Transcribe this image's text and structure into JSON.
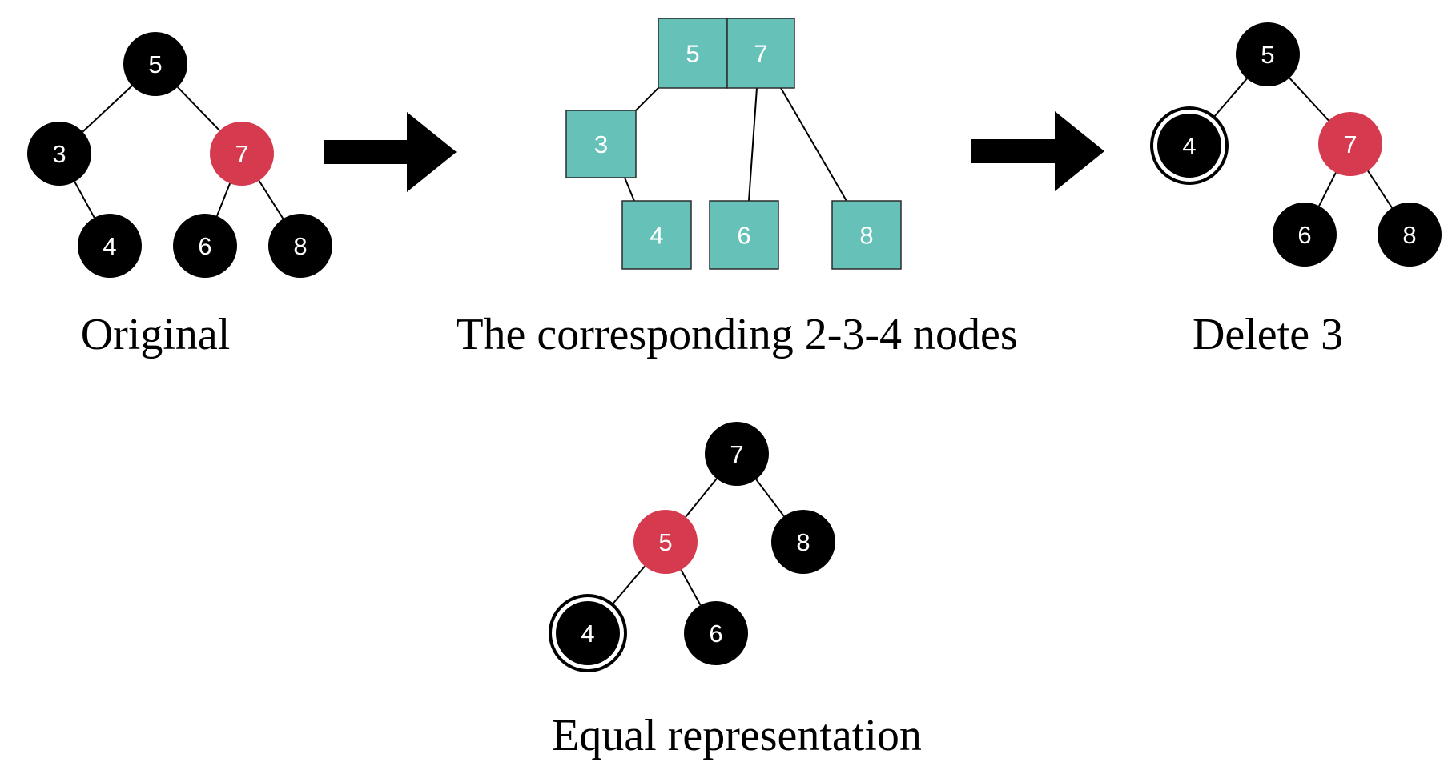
{
  "colors": {
    "black_node": "#000000",
    "red_node": "#d63a4e",
    "box_fill": "#66c2b8",
    "box_stroke": "#2b2b2b",
    "edge": "#000000",
    "arrow": "#000000",
    "node_text": "#ffffff",
    "background": "#ffffff"
  },
  "captions": {
    "original": "Original",
    "corresponding": "The corresponding 2-3-4 nodes",
    "delete": "Delete 3",
    "equal": "Equal representation"
  },
  "trees": {
    "original": {
      "nodes": [
        {
          "id": "o5",
          "label": "5",
          "color": "black"
        },
        {
          "id": "o3",
          "label": "3",
          "color": "black"
        },
        {
          "id": "o7",
          "label": "7",
          "color": "red"
        },
        {
          "id": "o4",
          "label": "4",
          "color": "black"
        },
        {
          "id": "o6",
          "label": "6",
          "color": "black"
        },
        {
          "id": "o8",
          "label": "8",
          "color": "black"
        }
      ],
      "edges": [
        [
          "o5",
          "o3"
        ],
        [
          "o5",
          "o7"
        ],
        [
          "o3",
          "o4"
        ],
        [
          "o7",
          "o6"
        ],
        [
          "o7",
          "o8"
        ]
      ]
    },
    "two_three_four": {
      "nodes": [
        {
          "id": "b5",
          "label": "5"
        },
        {
          "id": "b7",
          "label": "7"
        },
        {
          "id": "b3",
          "label": "3"
        },
        {
          "id": "b4",
          "label": "4"
        },
        {
          "id": "b6",
          "label": "6"
        },
        {
          "id": "b8",
          "label": "8"
        }
      ],
      "edges": [
        [
          "b5",
          "b3"
        ],
        [
          "b3",
          "b4"
        ],
        [
          "b7",
          "b6"
        ],
        [
          "b7",
          "b8"
        ]
      ]
    },
    "delete3": {
      "nodes": [
        {
          "id": "d5",
          "label": "5",
          "color": "black"
        },
        {
          "id": "d4",
          "label": "4",
          "color": "black",
          "double_black": true
        },
        {
          "id": "d7",
          "label": "7",
          "color": "red"
        },
        {
          "id": "d6",
          "label": "6",
          "color": "black"
        },
        {
          "id": "d8",
          "label": "8",
          "color": "black"
        }
      ],
      "edges": [
        [
          "d5",
          "d4"
        ],
        [
          "d5",
          "d7"
        ],
        [
          "d7",
          "d6"
        ],
        [
          "d7",
          "d8"
        ]
      ]
    },
    "equal": {
      "nodes": [
        {
          "id": "e7",
          "label": "7",
          "color": "black"
        },
        {
          "id": "e5",
          "label": "5",
          "color": "red"
        },
        {
          "id": "e8",
          "label": "8",
          "color": "black"
        },
        {
          "id": "e4",
          "label": "4",
          "color": "black",
          "double_black": true
        },
        {
          "id": "e6",
          "label": "6",
          "color": "black"
        }
      ],
      "edges": [
        [
          "e7",
          "e5"
        ],
        [
          "e7",
          "e8"
        ],
        [
          "e5",
          "e4"
        ],
        [
          "e5",
          "e6"
        ]
      ]
    }
  }
}
